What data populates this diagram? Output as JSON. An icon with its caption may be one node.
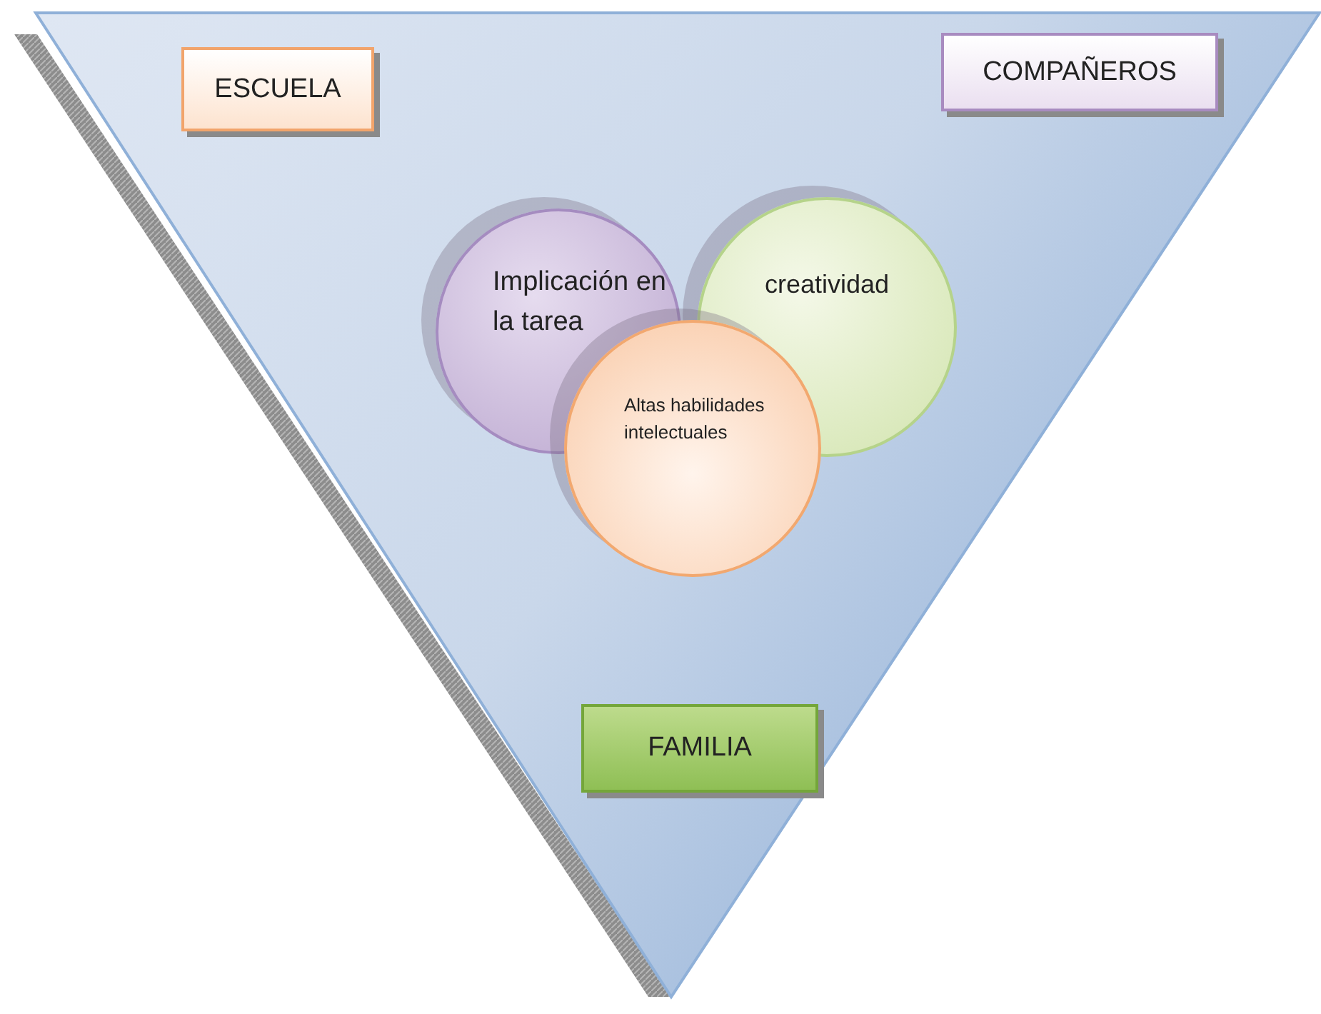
{
  "diagram": {
    "nodes": [
      {
        "text": [],
        "shape": "triangle"
      },
      {
        "text": [
          "ESCUELA"
        ],
        "in": 0
      },
      {
        "text": [
          "COMPAÑEROS"
        ],
        "in": 0
      },
      {
        "text": [
          "Implicación en la tarea"
        ],
        "in": 0
      },
      {
        "text": [
          "creatividad"
        ],
        "in": 0
      },
      {
        "text": [
          "Altas habilidades intelectuales"
        ],
        "in": 0
      },
      {
        "text": [
          "FAMILIA"
        ],
        "in": 0
      }
    ]
  }
}
